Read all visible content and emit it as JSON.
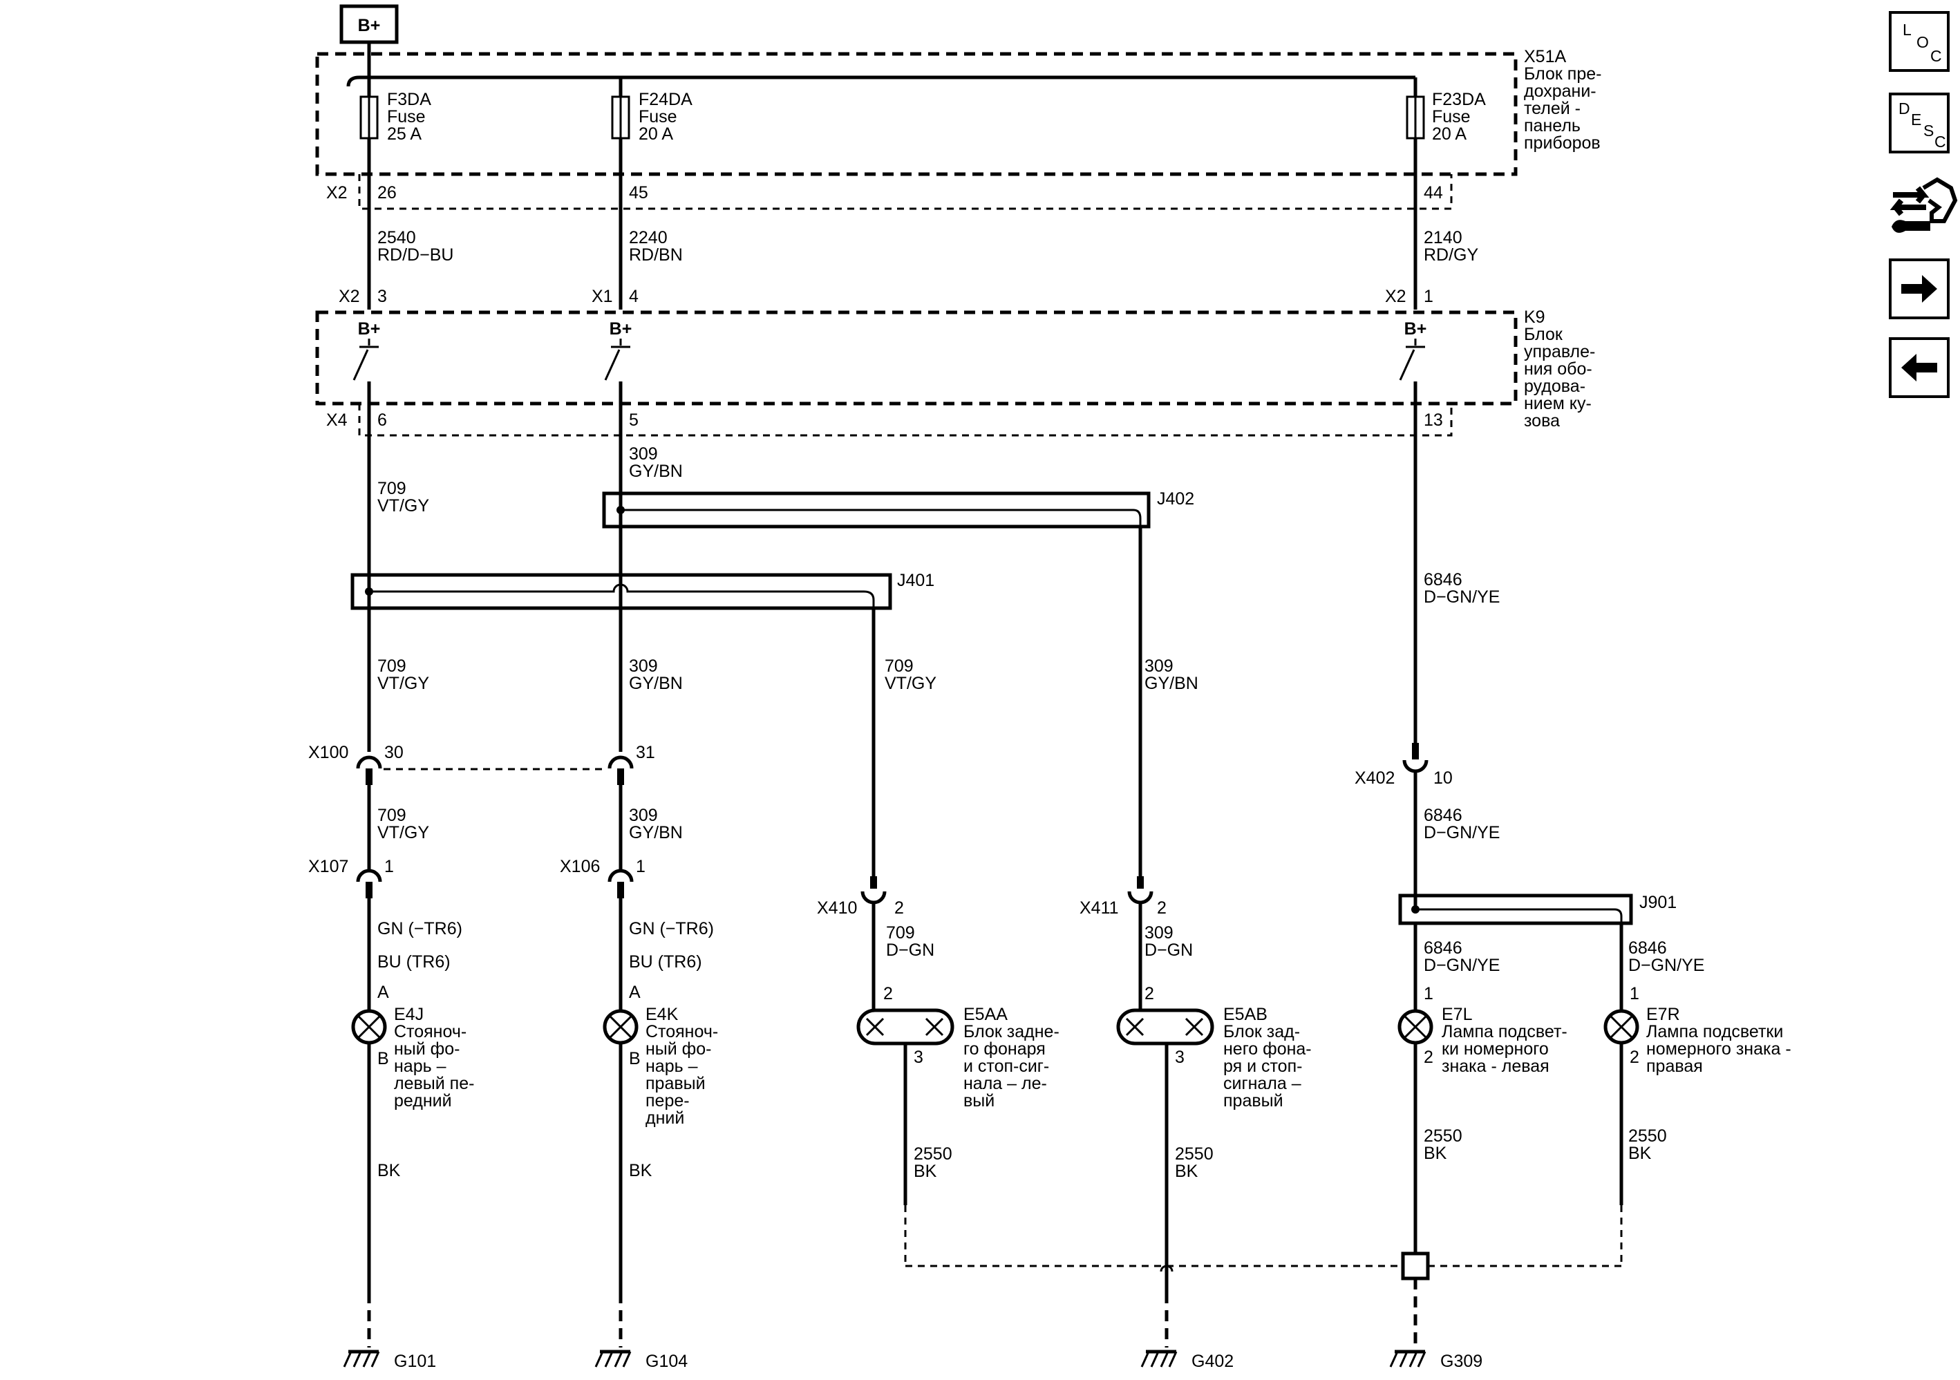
{
  "supply": {
    "label": "B+"
  },
  "modules": {
    "fuse_block": {
      "ref": "X51A",
      "lines": [
        "Блок пре-",
        "дохрани-",
        "телей -",
        "панель",
        "приборов"
      ]
    },
    "bcm": {
      "ref": "K9",
      "lines": [
        "Блок",
        "управле-",
        "ния обо-",
        "рудова-",
        "нием ку-",
        "зова"
      ]
    }
  },
  "fuses": [
    {
      "ref": "F3DA",
      "kind": "Fuse",
      "rating": "25 A"
    },
    {
      "ref": "F24DA",
      "kind": "Fuse",
      "rating": "20 A"
    },
    {
      "ref": "F23DA",
      "kind": "Fuse",
      "rating": "20 A"
    }
  ],
  "connectors": {
    "fuse_out": {
      "ref": "X2",
      "pins": [
        "26",
        "45",
        "44"
      ]
    },
    "bcm_in": [
      {
        "ref": "X2",
        "pin": "3"
      },
      {
        "ref": "X1",
        "pin": "4"
      },
      {
        "ref": "X2",
        "pin": "1"
      }
    ],
    "bcm_in_label": "B+",
    "bcm_out": {
      "ref": "X4",
      "pins": [
        "6",
        "5",
        "13"
      ]
    },
    "x100": {
      "ref": "X100",
      "pins": [
        "30",
        "31"
      ]
    },
    "x402": {
      "ref": "X402",
      "pin": "10"
    },
    "x107": {
      "ref": "X107",
      "pin": "1"
    },
    "x106": {
      "ref": "X106",
      "pin": "1"
    },
    "x410": {
      "ref": "X410",
      "pin": "2"
    },
    "x411": {
      "ref": "X411",
      "pin": "2"
    }
  },
  "wires": {
    "w2540": {
      "num": "2540",
      "color": "RD/D−BU"
    },
    "w2240": {
      "num": "2240",
      "color": "RD/BN"
    },
    "w2140": {
      "num": "2140",
      "color": "RD/GY"
    },
    "w709_a": {
      "num": "709",
      "color": "VT/GY"
    },
    "w309_a": {
      "num": "309",
      "color": "GY/BN"
    },
    "w6846_a": {
      "num": "6846",
      "color": "D−GN/YE"
    },
    "w709_b": {
      "num": "709",
      "color": "VT/GY"
    },
    "w309_b": {
      "num": "309",
      "color": "GY/BN"
    },
    "w709_c": {
      "num": "709",
      "color": "VT/GY"
    },
    "w309_c": {
      "num": "309",
      "color": "GY/BN"
    },
    "w709_d": {
      "num": "709",
      "color": "VT/GY"
    },
    "w309_d": {
      "num": "309",
      "color": "GY/BN"
    },
    "w6846_b": {
      "num": "6846",
      "color": "D−GN/YE"
    },
    "w709_e": {
      "num": "709",
      "color": "D−GN"
    },
    "w309_e": {
      "num": "309",
      "color": "D−GN"
    },
    "w6846_c": {
      "num": "6846",
      "color": "D−GN/YE"
    },
    "w6846_d": {
      "num": "6846",
      "color": "D−GN/YE"
    },
    "e4j_alt1": "GN (−TR6)",
    "e4j_alt2": "BU (TR6)",
    "e4k_alt1": "GN (−TR6)",
    "e4k_alt2": "BU (TR6)",
    "bk_e4j": "BK",
    "bk_e4k": "BK",
    "w2550_a": {
      "num": "2550",
      "color": "BK"
    },
    "w2550_b": {
      "num": "2550",
      "color": "BK"
    },
    "w2550_c": {
      "num": "2550",
      "color": "BK"
    },
    "w2550_d": {
      "num": "2550",
      "color": "BK"
    }
  },
  "splices": {
    "j401": "J401",
    "j402": "J402",
    "j901": "J901"
  },
  "lamps": {
    "e4j": {
      "ref": "E4J",
      "pinA": "A",
      "pinB": "B",
      "lines": [
        "Стояноч-",
        "ный фо-",
        "нарь –",
        "левый пе-",
        "редний"
      ]
    },
    "e4k": {
      "ref": "E4K",
      "pinA": "A",
      "pinB": "B",
      "lines": [
        "Стояноч-",
        "ный фо-",
        "нарь –",
        "правый",
        "пере-",
        "дний"
      ]
    },
    "e5aa": {
      "ref": "E5AA",
      "pin_in": "2",
      "pin_out": "3",
      "lines": [
        "Блок задне-",
        "го фонаря",
        "и стоп-сиг-",
        "нала – ле-",
        "вый"
      ]
    },
    "e5ab": {
      "ref": "E5AB",
      "pin_in": "2",
      "pin_out": "3",
      "lines": [
        "Блок зад-",
        "него фона-",
        "ря и стоп-",
        "сигнала –",
        "правый"
      ]
    },
    "e7l": {
      "ref": "E7L",
      "pin_in": "1",
      "pin_out": "2",
      "lines": [
        "Лампа подсвет-",
        "ки номерного",
        "знака - левая"
      ]
    },
    "e7r": {
      "ref": "E7R",
      "pin_in": "1",
      "pin_out": "2",
      "lines": [
        "Лампа подсветки",
        "номерного знака -",
        "правая"
      ]
    }
  },
  "grounds": [
    "G101",
    "G104",
    "G402",
    "G309"
  ],
  "nav": {
    "loc": [
      "L",
      "O",
      "C"
    ],
    "desc": [
      "D",
      "E",
      "S",
      "C"
    ],
    "tools_icon": "connector-tools-icon",
    "next_icon": "arrow-right-icon",
    "prev_icon": "arrow-left-icon"
  }
}
